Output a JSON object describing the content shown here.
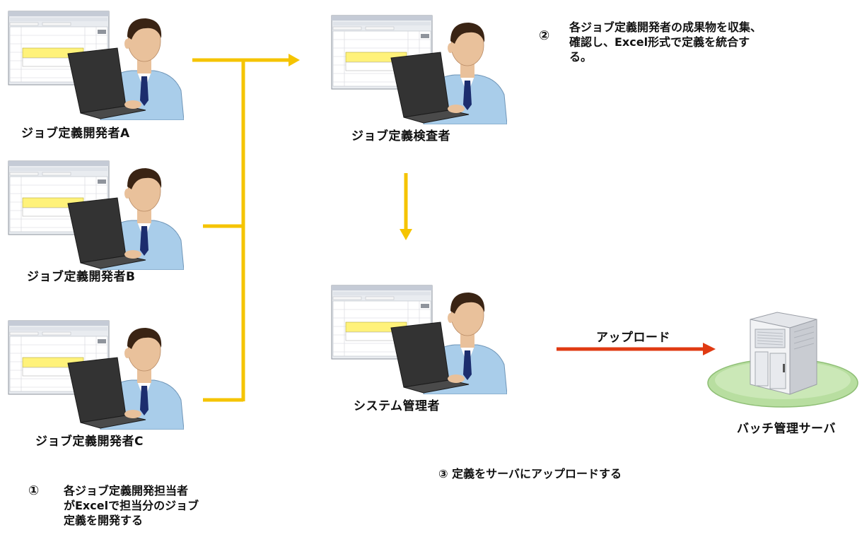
{
  "actors": {
    "developer_a": "ジョブ定義開発者A",
    "developer_b": "ジョブ定義開発者B",
    "developer_c": "ジョブ定義開発者C",
    "reviewer": "ジョブ定義検査者",
    "sysadmin": "システム管理者",
    "server": "バッチ管理サーバ"
  },
  "steps": {
    "step1_marker": "①",
    "step1_lines": [
      "各ジョブ定義開発担当者",
      "がExcelで担当分のジョブ",
      "定義を開発する"
    ],
    "step2_marker": "②",
    "step2_lines": [
      "各ジョブ定義開発者の成果物を収集、",
      "確認し、Excel形式で定義を統合す",
      "る。"
    ],
    "step3_text": "③ 定義をサーバにアップロードする"
  },
  "upload_label": "アップロード",
  "colors": {
    "flow_arrow": "#f5c400",
    "upload_arrow": "#e03a12",
    "shirt": "#a9cdea",
    "tie": "#1c2d6e",
    "laptop": "#333333",
    "hair": "#3a2414",
    "skin": "#e9c19b",
    "platform": "#b8dea0"
  }
}
